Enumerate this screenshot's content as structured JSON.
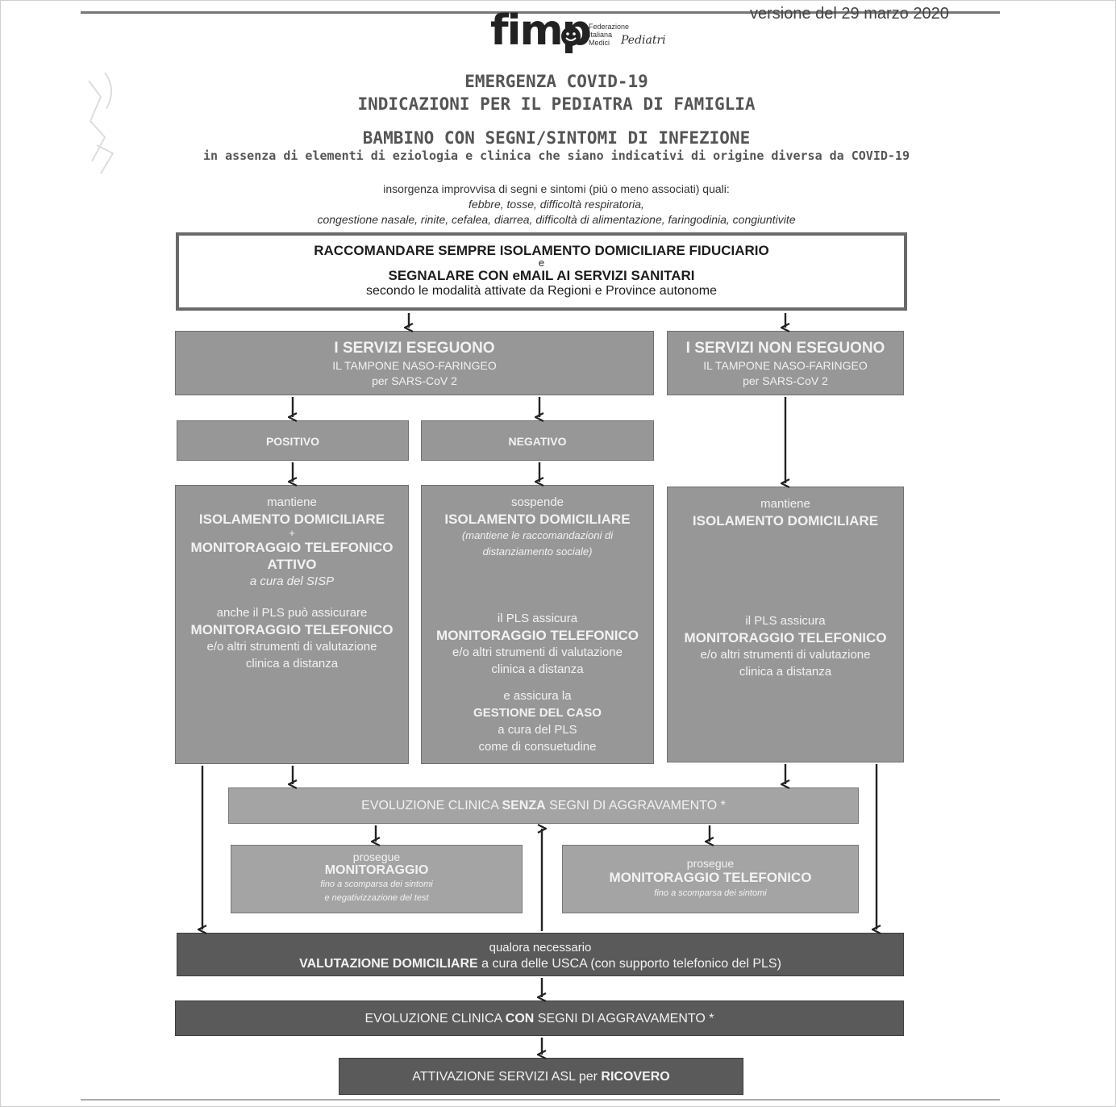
{
  "header": {
    "logo_word": "fimp",
    "logo_sub": [
      "Federazione",
      "Italiana",
      "Medici"
    ],
    "logo_script": "Pediatri",
    "version": "versione del 29 marzo 2020"
  },
  "titles": {
    "line1": "EMERGENZA COVID-19",
    "line2": "INDICAZIONI PER IL PEDIATRA DI FAMIGLIA",
    "line3": "BAMBINO CON SEGNI/SINTOMI DI INFEZIONE",
    "line4": "in assenza di elementi di eziologia e clinica che siano indicativi di origine diversa da COVID-19"
  },
  "intro": {
    "line1": "insorgenza improvvisa di segni e sintomi (più o meno associati) quali:",
    "line2": "febbre, tosse, difficoltà respiratoria,",
    "line3": "congestione nasale, rinite, cefalea, diarrea, difficoltà di alimentazione, faringodinia, congiuntivite"
  },
  "top_box": {
    "line1": "RACCOMANDARE SEMPRE ISOLAMENTO DOMICILIARE FIDUCIARIO",
    "line2": "e",
    "line3": "SEGNALARE CON eMAIL AI SERVIZI SANITARI",
    "line4": "secondo le modalità attivate da Regioni e Province autonome"
  },
  "eseguono": {
    "title": "I SERVIZI ESEGUONO",
    "line2": "IL TAMPONE NASO-FARINGEO",
    "line3": "per SARS-CoV 2"
  },
  "non_eseguono": {
    "title": "I SERVIZI NON ESEGUONO",
    "line2": "IL TAMPONE NASO-FARINGEO",
    "line3": "per SARS-CoV 2"
  },
  "positivo": "POSITIVO",
  "negativo": "NEGATIVO",
  "col_pos": {
    "l1": "mantiene",
    "l2": "ISOLAMENTO DOMICILIARE",
    "l3": "+",
    "l4": "MONITORAGGIO TELEFONICO",
    "l5": "ATTIVO",
    "l6": "a cura del SISP",
    "l7": "anche il PLS può assicurare",
    "l8": "MONITORAGGIO TELEFONICO",
    "l9": "e/o altri strumenti di valutazione",
    "l10": "clinica a distanza"
  },
  "col_neg": {
    "l1": "sospende",
    "l2": "ISOLAMENTO DOMICILIARE",
    "l3": "(mantiene le raccomandazioni di",
    "l4": "distanziamento sociale)",
    "l5": "il PLS assicura",
    "l6": "MONITORAGGIO TELEFONICO",
    "l7": "e/o altri strumenti di valutazione",
    "l8": "clinica a distanza",
    "l9": "e assicura la",
    "l10": "GESTIONE DEL CASO",
    "l11": "a cura del PLS",
    "l12": "come di consuetudine"
  },
  "col_non": {
    "l1": "mantiene",
    "l2": "ISOLAMENTO DOMICILIARE",
    "l3": "il PLS assicura",
    "l4": "MONITORAGGIO TELEFONICO",
    "l5": "e/o altri strumenti di valutazione",
    "l6": "clinica a distanza"
  },
  "senza": {
    "a": "EVOLUZIONE CLINICA ",
    "b": "SENZA",
    "c": " SEGNI DI AGGRAVAMENTO *"
  },
  "prosegue_left": {
    "l1": "prosegue",
    "l2": "MONITORAGGIO",
    "l3": "fino a scomparsa dei sintomi",
    "l4": "e negativizzazione del test"
  },
  "prosegue_right": {
    "l1": "prosegue",
    "l2": "MONITORAGGIO TELEFONICO",
    "l3": "fino a scomparsa dei sintomi"
  },
  "valutazione": {
    "l1": "qualora necessario",
    "b": "VALUTAZIONE DOMICILIARE",
    "c": " a cura delle USCA (con supporto telefonico del PLS)"
  },
  "con": {
    "a": "EVOLUZIONE CLINICA ",
    "b": "CON",
    "c": " SEGNI DI AGGRAVAMENTO *"
  },
  "ricovero": {
    "a": "ATTIVAZIONE SERVIZI ASL per ",
    "b": "RICOVERO"
  }
}
